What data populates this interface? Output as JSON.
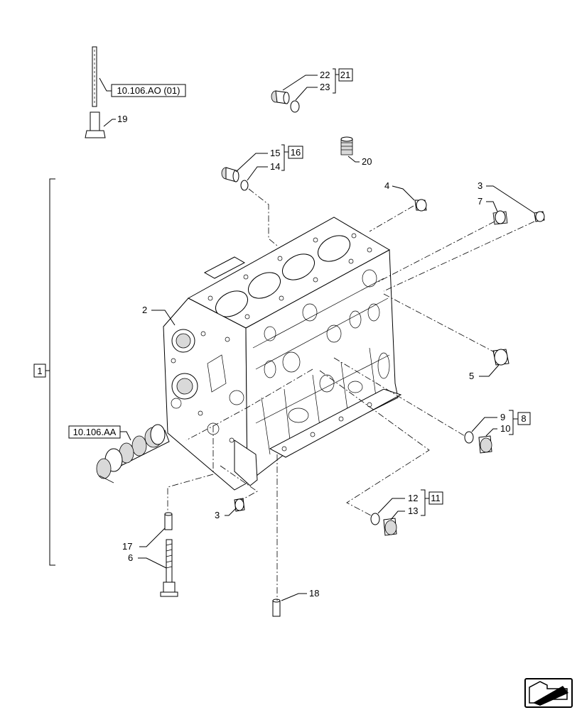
{
  "callouts": {
    "c1": "1",
    "c2": "2",
    "c3a": "3",
    "c3b": "3",
    "c4": "4",
    "c5": "5",
    "c6": "6",
    "c7": "7",
    "c8": "8",
    "c9": "9",
    "c10": "10",
    "c11": "11",
    "c12": "12",
    "c13": "13",
    "c14": "14",
    "c15": "15",
    "c16": "16",
    "c17": "17",
    "c18": "18",
    "c19": "19",
    "c20": "20",
    "c21": "21",
    "c22": "22",
    "c23": "23"
  },
  "references": {
    "ref_ao": "10.106.AO (01)",
    "ref_aa": "10.106.AA"
  },
  "icons": {
    "nav": "next-page-arrow-icon"
  }
}
